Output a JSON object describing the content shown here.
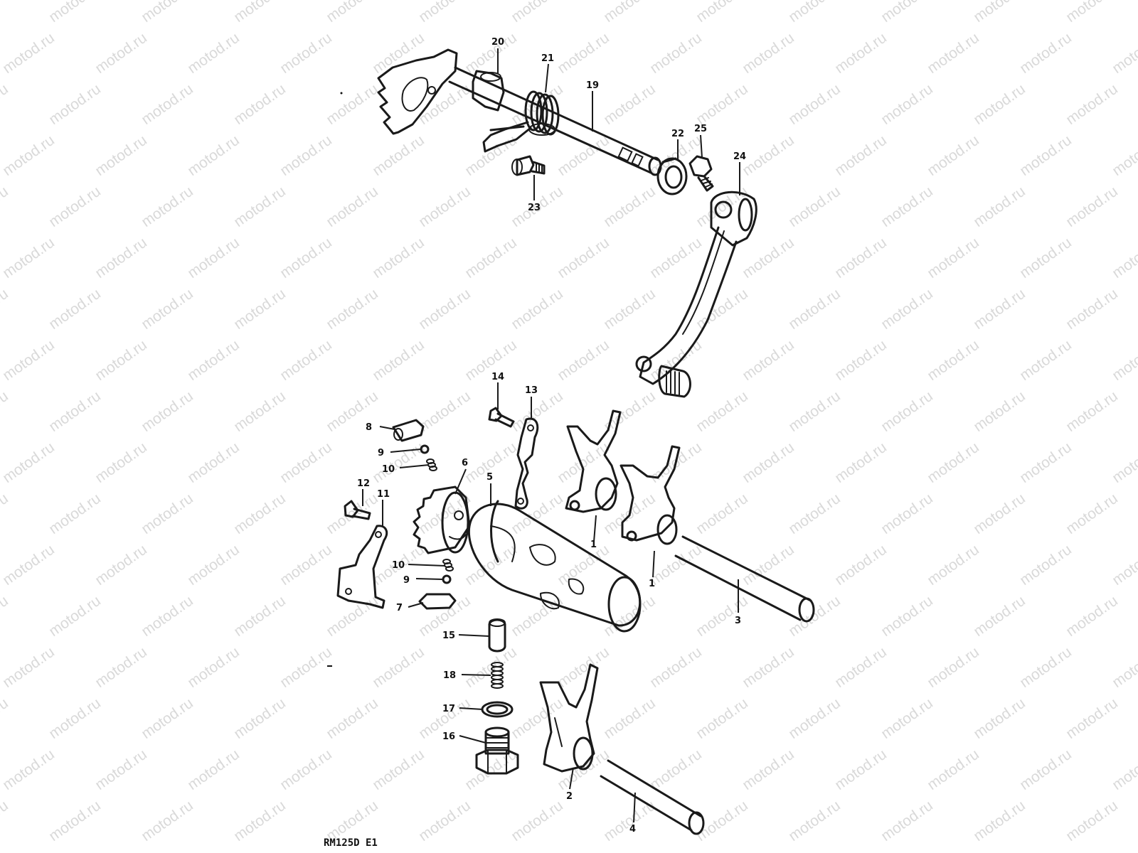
{
  "watermark": {
    "text": "motod.ru",
    "color": "#d9d9d9"
  },
  "diagram_code": "RM125D E1",
  "callouts": [
    {
      "id": "c20",
      "label": "20"
    },
    {
      "id": "c21",
      "label": "21"
    },
    {
      "id": "c19",
      "label": "19"
    },
    {
      "id": "c22",
      "label": "22"
    },
    {
      "id": "c25",
      "label": "25"
    },
    {
      "id": "c24",
      "label": "24"
    },
    {
      "id": "c23",
      "label": "23"
    },
    {
      "id": "c14",
      "label": "14"
    },
    {
      "id": "c13",
      "label": "13"
    },
    {
      "id": "c8",
      "label": "8"
    },
    {
      "id": "c9a",
      "label": "9"
    },
    {
      "id": "c10a",
      "label": "10"
    },
    {
      "id": "c6",
      "label": "6"
    },
    {
      "id": "c5",
      "label": "5"
    },
    {
      "id": "c12",
      "label": "12"
    },
    {
      "id": "c11",
      "label": "11"
    },
    {
      "id": "c1a",
      "label": "1"
    },
    {
      "id": "c1b",
      "label": "1"
    },
    {
      "id": "c10b",
      "label": "10"
    },
    {
      "id": "c9b",
      "label": "9"
    },
    {
      "id": "c7",
      "label": "7"
    },
    {
      "id": "c3",
      "label": "3"
    },
    {
      "id": "c15",
      "label": "15"
    },
    {
      "id": "c18",
      "label": "18"
    },
    {
      "id": "c17",
      "label": "17"
    },
    {
      "id": "c16",
      "label": "16"
    },
    {
      "id": "c2",
      "label": "2"
    },
    {
      "id": "c4",
      "label": "4"
    }
  ]
}
